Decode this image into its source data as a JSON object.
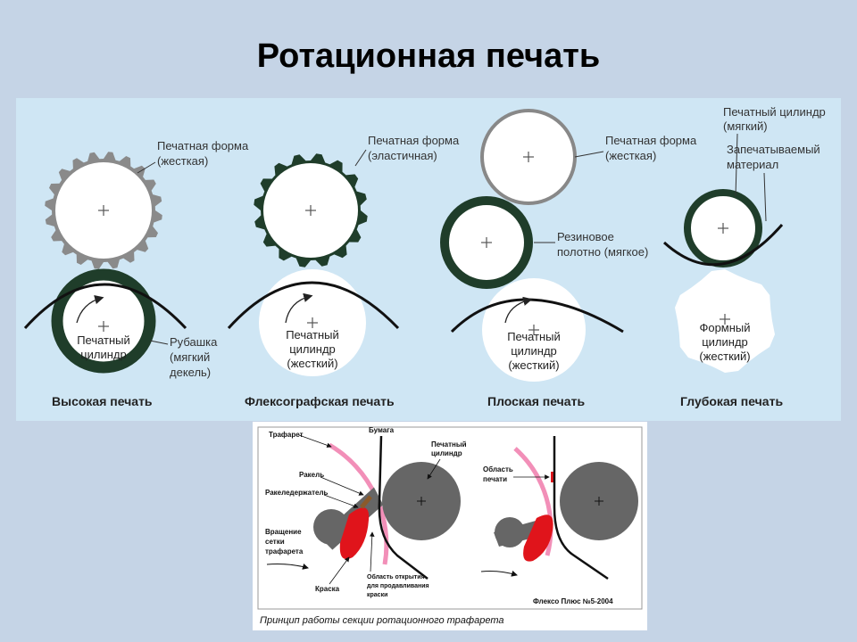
{
  "title": "Ротационная печать",
  "top_diagram": {
    "colors": {
      "background": "#cfe6f4",
      "dark_green": "#1f3d2a",
      "gray_plate": "#8a8a8a",
      "curve": "#111111"
    },
    "panels": [
      {
        "caption": "Высокая печать",
        "label_plate": [
          "Печатная форма",
          "(жесткая)"
        ],
        "label_cyl": [
          "Печатный",
          "цилиндр"
        ],
        "label_side": [
          "Рубашка",
          "(мягкий",
          "декель)"
        ]
      },
      {
        "caption": "Флексографская печать",
        "label_plate": [
          "Печатная форма",
          "(эластичная)"
        ],
        "label_cyl": [
          "Печатный",
          "цилиндр",
          "(жесткий)"
        ]
      },
      {
        "caption": "Плоская печать",
        "label_plate": [
          "Печатная форма",
          "(жесткая)"
        ],
        "label_blanket": [
          "Резиновое",
          "полотно (мягкое)"
        ],
        "label_cyl": [
          "Печатный",
          "цилиндр",
          "(жесткий)"
        ]
      },
      {
        "caption": "Глубокая печать",
        "label_top": [
          "Печатный цилиндр",
          "(мягкий)"
        ],
        "label_material": [
          "Запечатываемый",
          "материал"
        ],
        "label_cyl": [
          "Формный",
          "цилиндр",
          "(жесткий)"
        ]
      }
    ]
  },
  "screen_diagram": {
    "caption": "Принцип работы секции ротационного трафарета",
    "credit": "Флексо Плюс №5-2004",
    "colors": {
      "red": "#e0141b",
      "pink": "#f28fb8",
      "gray": "#666666"
    },
    "labels": {
      "trafaret": "Трафарет",
      "paper": "Бумага",
      "cylinder": [
        "Печатный",
        "цилиндр"
      ],
      "rakel": "Ракель",
      "holder": "Ракеледержатель",
      "rotation": [
        "Вращение",
        "сетки",
        "трафарета"
      ],
      "ink": "Краска",
      "opening": [
        "Область открытия",
        "для продавливания",
        "краски"
      ],
      "print_area": [
        "Область",
        "печати"
      ]
    }
  }
}
